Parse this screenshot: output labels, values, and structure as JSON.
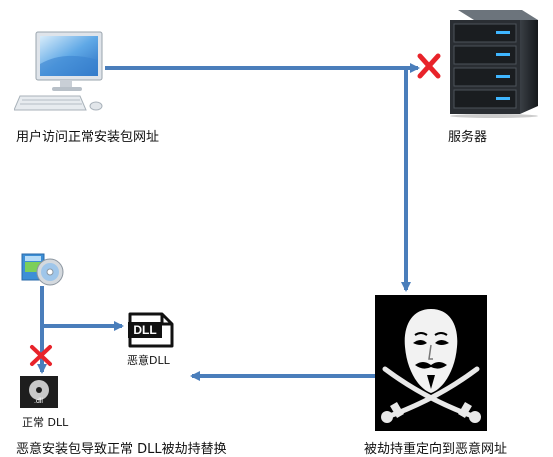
{
  "labels": {
    "user": "用户访问正常安装包网址",
    "server": "服务器",
    "hijacked": "被劫持重定向到恶意网址",
    "malicious_dll": "恶意DLL",
    "normal_dll": "正常 DLL",
    "replaced": "恶意安装包导致正常 DLL被劫持替换"
  },
  "icon_labels": {
    "dll_badge": "DLL",
    "dll_small": ".dll"
  },
  "colors": {
    "arrow": "#4a7ebb",
    "block_mark": "#e8232a",
    "pirate_bg": "#000000"
  }
}
